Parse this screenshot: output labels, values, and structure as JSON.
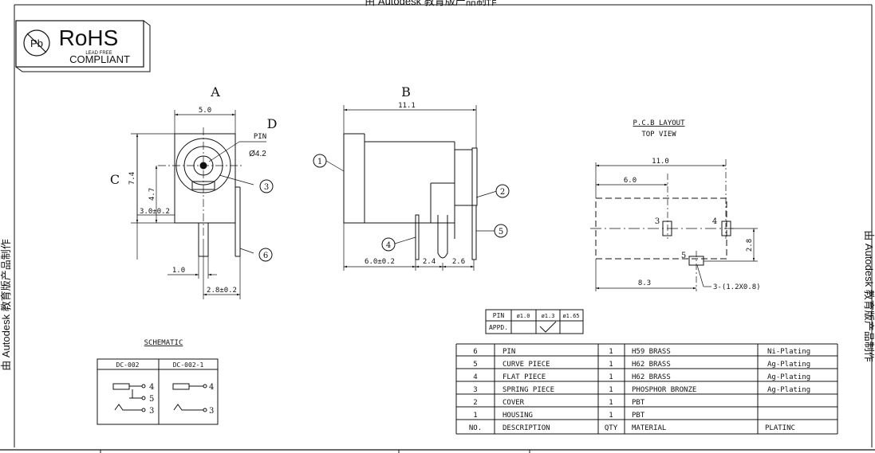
{
  "watermark": {
    "top": "由 Autodesk 教育版产品制作",
    "left": "由 Autodesk 教育版产品制作",
    "right": "由 Autodesk 教育版产品制作"
  },
  "logo": {
    "rohs": "RoHS",
    "lead_free": "LEAD FREE",
    "compliant": "COMPLIANT",
    "pb_mark": "Pb"
  },
  "view_labels": {
    "a": "A",
    "b": "B",
    "c": "C",
    "d": "D"
  },
  "view_a": {
    "dim_width": "5.0",
    "dim_height": "7.4",
    "dim_center": "4.7",
    "dim_side": "3.0±0.2",
    "dim_pin_offset": "1.0",
    "dim_pin_span": "2.8±0.2",
    "pin_label": "PIN",
    "diameter": "Ø4.2"
  },
  "view_b": {
    "dim_length": "11.1",
    "dim_front": "6.0±0.2",
    "dim_mid": "2.4",
    "dim_rear": "2.6"
  },
  "balloons": [
    "1",
    "2",
    "3",
    "4",
    "5",
    "6"
  ],
  "pcb": {
    "title": "P.C.B LAYOUT",
    "subtitle": "TOP VIEW",
    "dim_total": "11.0",
    "dim_inner": "6.0",
    "dim_lower": "8.3",
    "dim_height": "2.8",
    "hole_note": "3-(1.2X0.8)",
    "pin_3": "3",
    "pin_4": "4",
    "pin_5": "5"
  },
  "pin_table": {
    "header": [
      "PIN",
      "ø1.0",
      "ø1.3",
      "ø1.65"
    ],
    "row_label": "APPD."
  },
  "schematic": {
    "title": "SCHEMATIC",
    "col1": "DC-002",
    "col2": "DC-002-1",
    "c1_pins": [
      "4",
      "5",
      "3"
    ],
    "c2_pins": [
      "4",
      "3"
    ]
  },
  "bom": {
    "rows": [
      {
        "no": "6",
        "desc": "PIN",
        "qty": "1",
        "material": "H59 BRASS",
        "plating": "Ni-Plating"
      },
      {
        "no": "5",
        "desc": "CURVE PIECE",
        "qty": "1",
        "material": "H62 BRASS",
        "plating": "Ag-Plating"
      },
      {
        "no": "4",
        "desc": "FLAT PIECE",
        "qty": "1",
        "material": "H62 BRASS",
        "plating": "Ag-Plating"
      },
      {
        "no": "3",
        "desc": "SPRING PIECE",
        "qty": "1",
        "material": "PHOSPHOR BRONZE",
        "plating": "Ag-Plating"
      },
      {
        "no": "2",
        "desc": "COVER",
        "qty": "1",
        "material": "PBT",
        "plating": ""
      },
      {
        "no": "1",
        "desc": "HOUSING",
        "qty": "1",
        "material": "PBT",
        "plating": ""
      }
    ],
    "header": {
      "no": "NO.",
      "desc": "DESCRIPTION",
      "qty": "QTY",
      "material": "MATERIAL",
      "plating": "PLATINC"
    }
  }
}
